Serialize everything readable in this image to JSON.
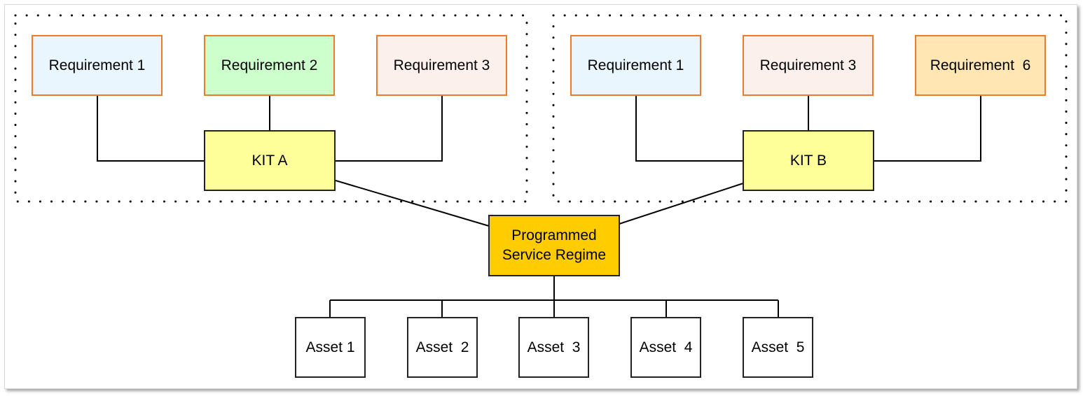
{
  "groups": {
    "a": {
      "kit": "KIT A",
      "requirements": [
        "Requirement 1",
        "Requirement 2",
        "Requirement 3"
      ]
    },
    "b": {
      "kit": "KIT B",
      "requirements": [
        "Requirement 1",
        "Requirement 3",
        "Requirement  6"
      ]
    }
  },
  "regime": "Programmed\nService Regime",
  "assets": [
    "Asset 1",
    "Asset  2",
    "Asset  3",
    "Asset  4",
    "Asset  5"
  ],
  "colors": {
    "requirement_border": "#ec7b2c",
    "req_fill_1": "#eaf6fd",
    "req_fill_2": "#ccffcc",
    "req_fill_3": "#fcf0ec",
    "req_fill_6": "#ffe6b3",
    "kit_fill": "#ffff99",
    "regime_fill": "#ffcc00"
  }
}
